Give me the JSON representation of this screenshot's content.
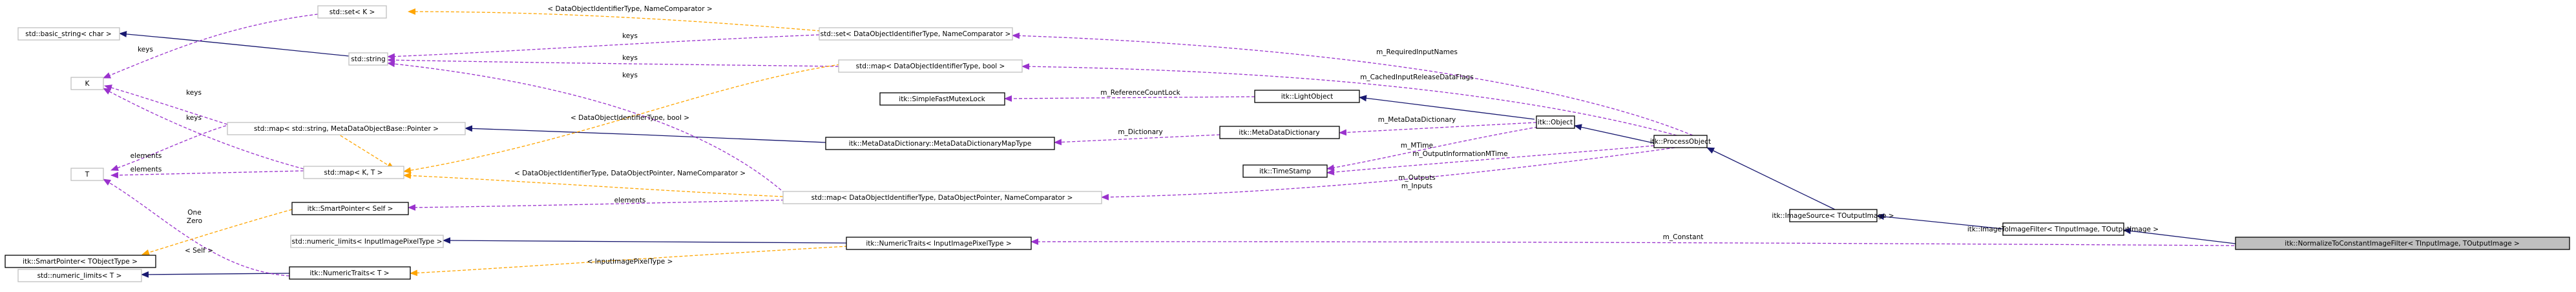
{
  "colors": {
    "node_fill": "#ffffff",
    "node_border_normal": "#000000",
    "node_border_grey": "#bfbfbf",
    "highlight_fill": "#bfbfbf",
    "inherit_edge": "#191970",
    "usage_edge": "#9a32cd",
    "template_edge": "#ffa500"
  },
  "nodes": {
    "itk_normalize": "itk::NormalizeToConstantImageFilter< TInputImage, TOutputImage >",
    "itk_image_to_image": "itk::ImageToImageFilter< TInputImage, TOutputImage >",
    "itk_image_source": "itk::ImageSource< TOutputImage >",
    "itk_process_object": "itk::ProcessObject",
    "itk_object": "itk::Object",
    "itk_light_object": "itk::LightObject",
    "itk_simple_mutex": "itk::SimpleFastMutexLock",
    "itk_metadata_dictionary": "itk::MetaDataDictionary",
    "itk_timestamp": "itk::TimeStamp",
    "itk_metadata_maptype": "itk::MetaDataDictionary::MetaDataDictionaryMapType",
    "std_map_string_pointer": "std::map< std::string, MetaDataObjectBase::Pointer >",
    "std_map_kt": "std::map< K, T >",
    "std_map_dataobject_pointer": "std::map< DataObjectIdentifierType, DataObjectPointer, NameComparator >",
    "std_map_dataobject_bool": "std::map< DataObjectIdentifierType, bool >",
    "std_set_dataobject": "std::set< DataObjectIdentifierType, NameComparator >",
    "std_set_k": "std::set< K >",
    "std_string": "std::string",
    "std_basic_string": "std::basic_string< char >",
    "k": "K",
    "t": "T",
    "itk_smartpointer_self": "itk::SmartPointer< Self >",
    "itk_smartpointer_t": "itk::SmartPointer< TObjectType >",
    "std_numeric_limits_input": "std::numeric_limits< InputImagePixelType >",
    "itk_numerictraits_input": "itk::NumericTraits< InputImagePixelType >",
    "itk_numerictraits_t": "itk::NumericTraits< T >",
    "std_numeric_limits_t": "std::numeric_limits< T >"
  },
  "edge_labels": {
    "m_constant": "m_Constant",
    "m_outputs": "m_Outputs",
    "m_inputs": "m_Inputs",
    "m_required_input_names": "m_RequiredInputNames",
    "m_cached_input_release": "m_CachedInputReleaseDataFlags",
    "m_output_information_mtime": "m_OutputInformationMTime",
    "m_mtime": "m_MTime",
    "m_metadata_dictionary": "m_MetaDataDictionary",
    "m_reference_count_lock": "m_ReferenceCountLock",
    "m_dictionary": "m_Dictionary",
    "elements": "elements",
    "elements_2": "elements",
    "elements_3": "elements",
    "keys_1": "keys",
    "keys_2": "keys",
    "keys_3": "keys",
    "keys_4": "keys",
    "keys_5": "keys",
    "keys_6": "keys",
    "one": "One",
    "zero": "Zero",
    "tpl_name_comparator": "< DataObjectIdentifierType, NameComparator >",
    "tpl_bool": "< DataObjectIdentifierType, bool >",
    "tpl_pointer": "< DataObjectIdentifierType, DataObjectPointer, NameComparator >",
    "tpl_self": "< Self >",
    "tpl_input_pixel": "< InputImagePixelType >"
  }
}
